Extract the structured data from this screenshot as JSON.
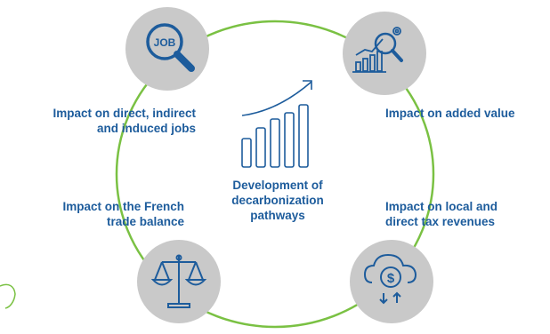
{
  "colors": {
    "ring": "#7ac143",
    "circle_fill": "#c9c9c9",
    "icon_stroke": "#1d5c9c",
    "text": "#1d5c9c"
  },
  "center": {
    "title": "Development of decarbonization pathways",
    "lines": [
      "Development of",
      "decarbonization",
      "pathways"
    ],
    "icon": "growth-chart-icon"
  },
  "nodes": [
    {
      "id": "jobs",
      "icon": "job-magnifier-icon",
      "icon_text": "JOB",
      "label_lines": [
        "Impact on direct, indirect",
        "and induced jobs"
      ]
    },
    {
      "id": "added-value",
      "icon": "analytics-magnifier-icon",
      "label_lines": [
        "Impact on added value"
      ]
    },
    {
      "id": "trade",
      "icon": "scales-icon",
      "label_lines": [
        "Impact on the French",
        "trade balance"
      ]
    },
    {
      "id": "tax",
      "icon": "cloud-dollar-icon",
      "label_lines": [
        "Impact on local and",
        "direct tax revenues"
      ]
    }
  ]
}
